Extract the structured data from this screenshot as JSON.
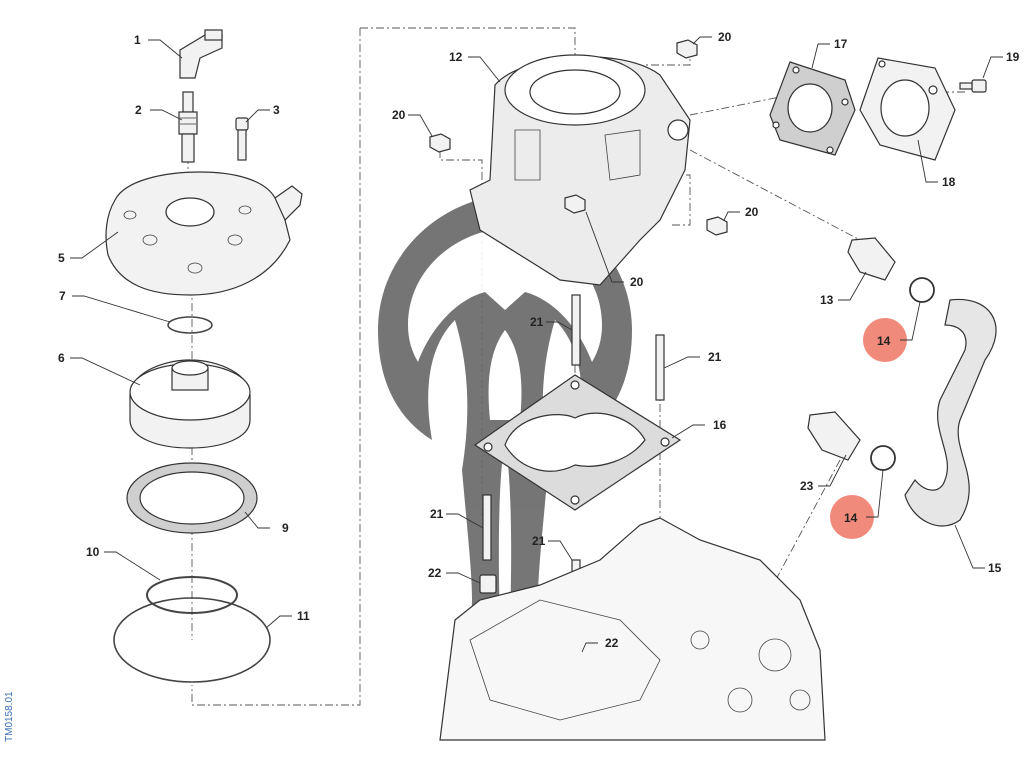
{
  "diagram": {
    "reference_code": "TM0158.01",
    "highlight_color": "#f08a7a",
    "watermark_color": "#6a6a6a",
    "callouts": {
      "c1": "1",
      "c2": "2",
      "c3": "3",
      "c5": "5",
      "c7": "7",
      "c6": "6",
      "c9": "9",
      "c10": "10",
      "c11": "11",
      "c12": "12",
      "c20a": "20",
      "c20b": "20",
      "c20c": "20",
      "c20d": "20",
      "c17": "17",
      "c18": "18",
      "c19": "19",
      "c13": "13",
      "c14a": "14",
      "c14b": "14",
      "c15": "15",
      "c16": "16",
      "c21a": "21",
      "c21b": "21",
      "c21c": "21",
      "c21d": "21",
      "c22a": "22",
      "c22b": "22",
      "c23": "23"
    }
  }
}
